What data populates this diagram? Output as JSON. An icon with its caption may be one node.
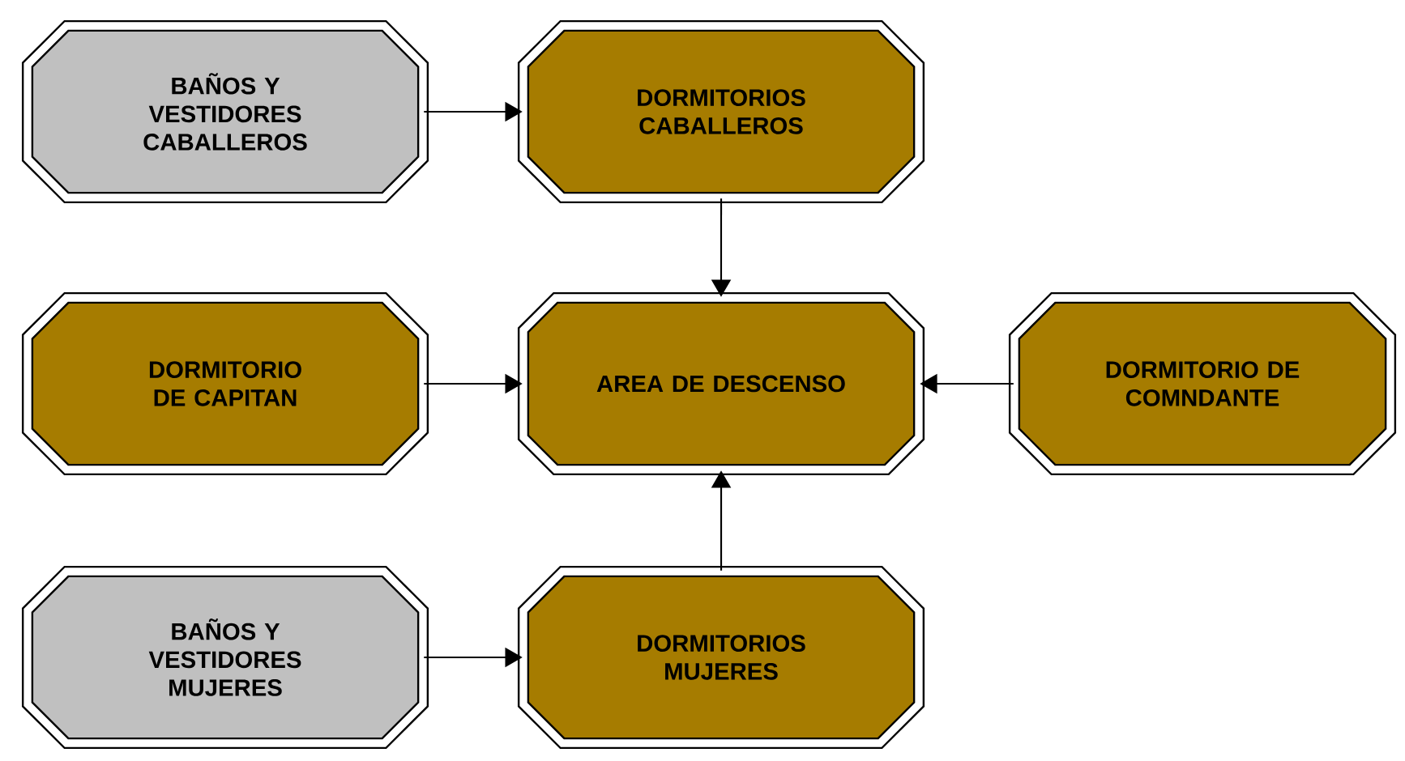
{
  "diagram": {
    "nodes": [
      {
        "text": [
          "BAÑOS Y VESTIDORES CABALLEROS"
        ]
      },
      {
        "text": [
          "DORMITORIOS CABALLEROS"
        ]
      },
      {
        "text": [
          "DORMITORIO DE CAPITAN"
        ]
      },
      {
        "text": [
          "AREA DE DESCENSO"
        ]
      },
      {
        "text": [
          "DORMITORIO DE COMNDANTE"
        ]
      },
      {
        "text": [
          "BAÑOS Y VESTIDORES MUJERES"
        ]
      },
      {
        "text": [
          "DORMITORIOS MUJERES"
        ]
      }
    ],
    "edges": [
      {
        "from": 0,
        "to": 1,
        "arrow": "to"
      },
      {
        "from": 1,
        "to": 3,
        "arrow": "to"
      },
      {
        "from": 2,
        "to": 3,
        "arrow": "to"
      },
      {
        "from": 4,
        "to": 3,
        "arrow": "to"
      },
      {
        "from": 6,
        "to": 3,
        "arrow": "to"
      },
      {
        "from": 5,
        "to": 6,
        "arrow": "to"
      }
    ]
  }
}
